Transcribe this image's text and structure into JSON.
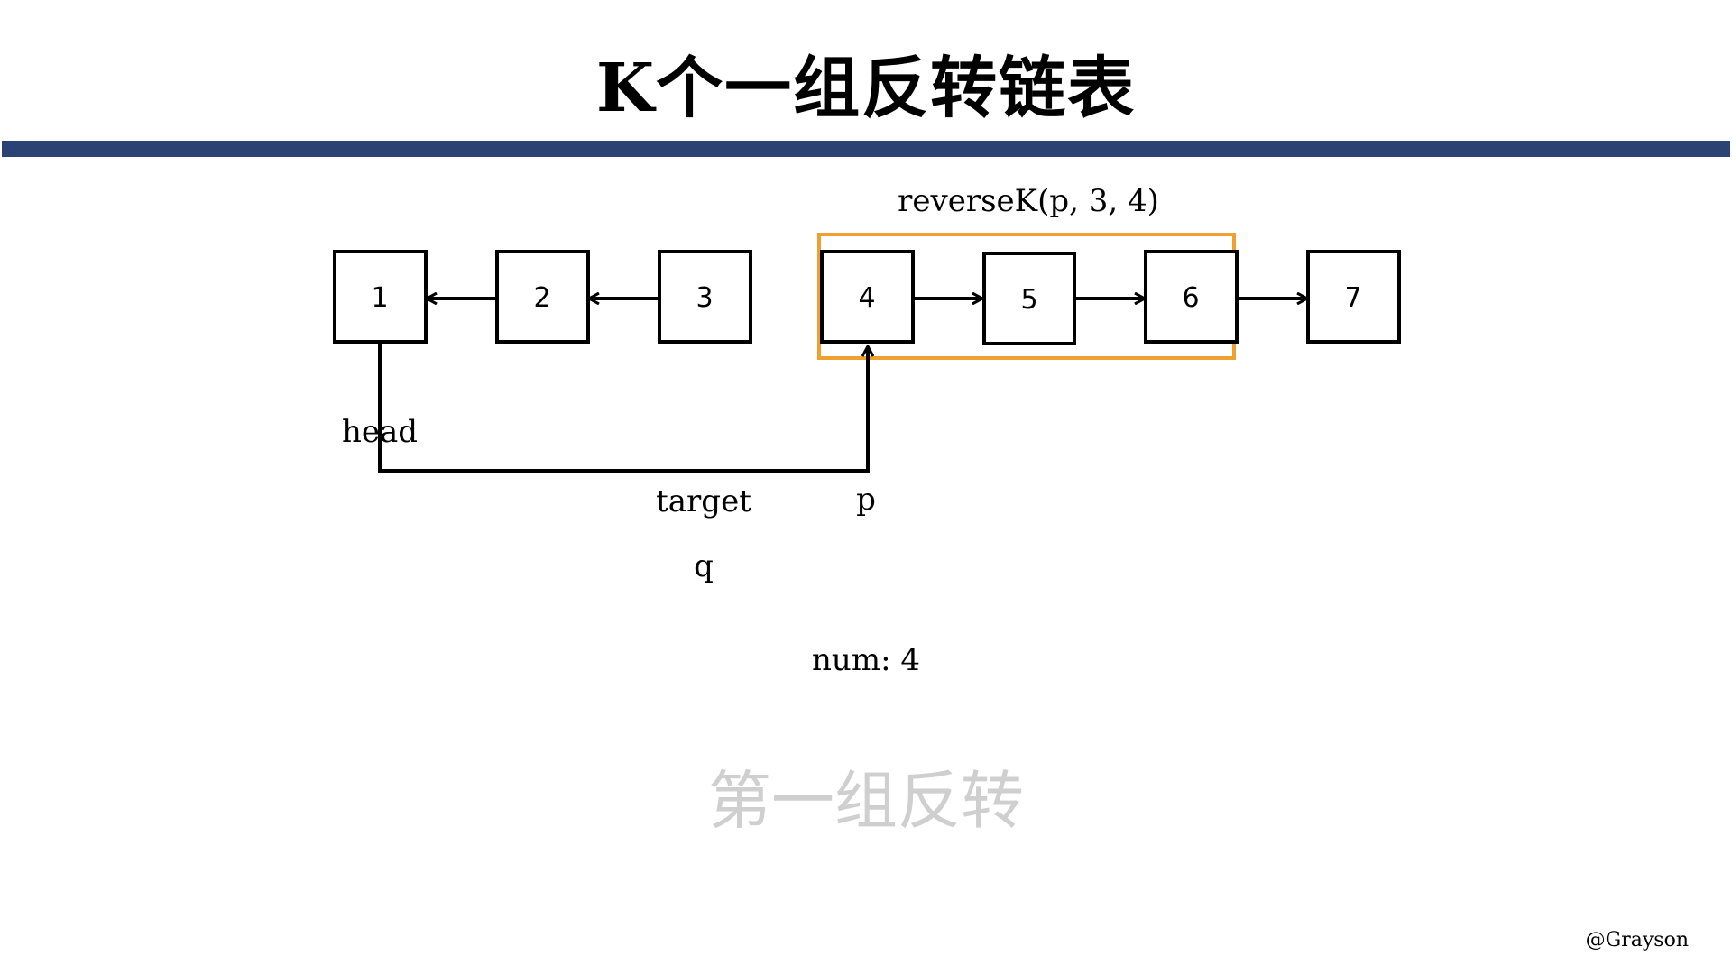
{
  "title": "K个一组反转链表",
  "colors": {
    "title_bar": "#2a4274",
    "group_box": "#f0a030",
    "subtitle": "#cfcfcf"
  },
  "annotation": "reverseK(p, 3, 4)",
  "nodes": [
    "1",
    "2",
    "3",
    "4",
    "5",
    "6",
    "7"
  ],
  "pointers": {
    "head": "head",
    "target": "target",
    "p": "p",
    "q": "q"
  },
  "counter": "num: 4",
  "subtitle": "第一组反转",
  "author": "@Grayson"
}
